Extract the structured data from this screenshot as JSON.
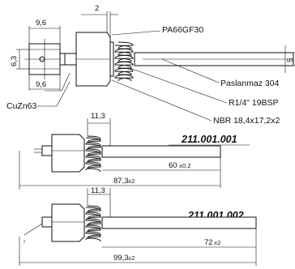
{
  "dims": {
    "nut_width_left": "9,6",
    "hex_height": "6,3",
    "pin_width": "9,6",
    "flange_gap": "2",
    "rod_diameter": "5",
    "body_len_1": "11,3",
    "rod_len_1_value": "60",
    "rod_len_1_tol": "±0,2",
    "total_len_1_value": "87,3",
    "total_len_1_tol": "±2",
    "body_len_2": "11,3",
    "rod_len_2_value": "72",
    "rod_len_2_tol": "±2",
    "total_len_2_value": "99,3",
    "total_len_2_tol": "±2"
  },
  "labels": {
    "head_material": "PA66GF30",
    "rod_material": "Paslanmaz 304",
    "thread": "R1/4\" 19BSP",
    "oring": "NBR 18,4x17,2x2",
    "pin_material": "CuZn63"
  },
  "variants": [
    {
      "code": "211.001.001"
    },
    {
      "code": "211.001.002"
    }
  ]
}
